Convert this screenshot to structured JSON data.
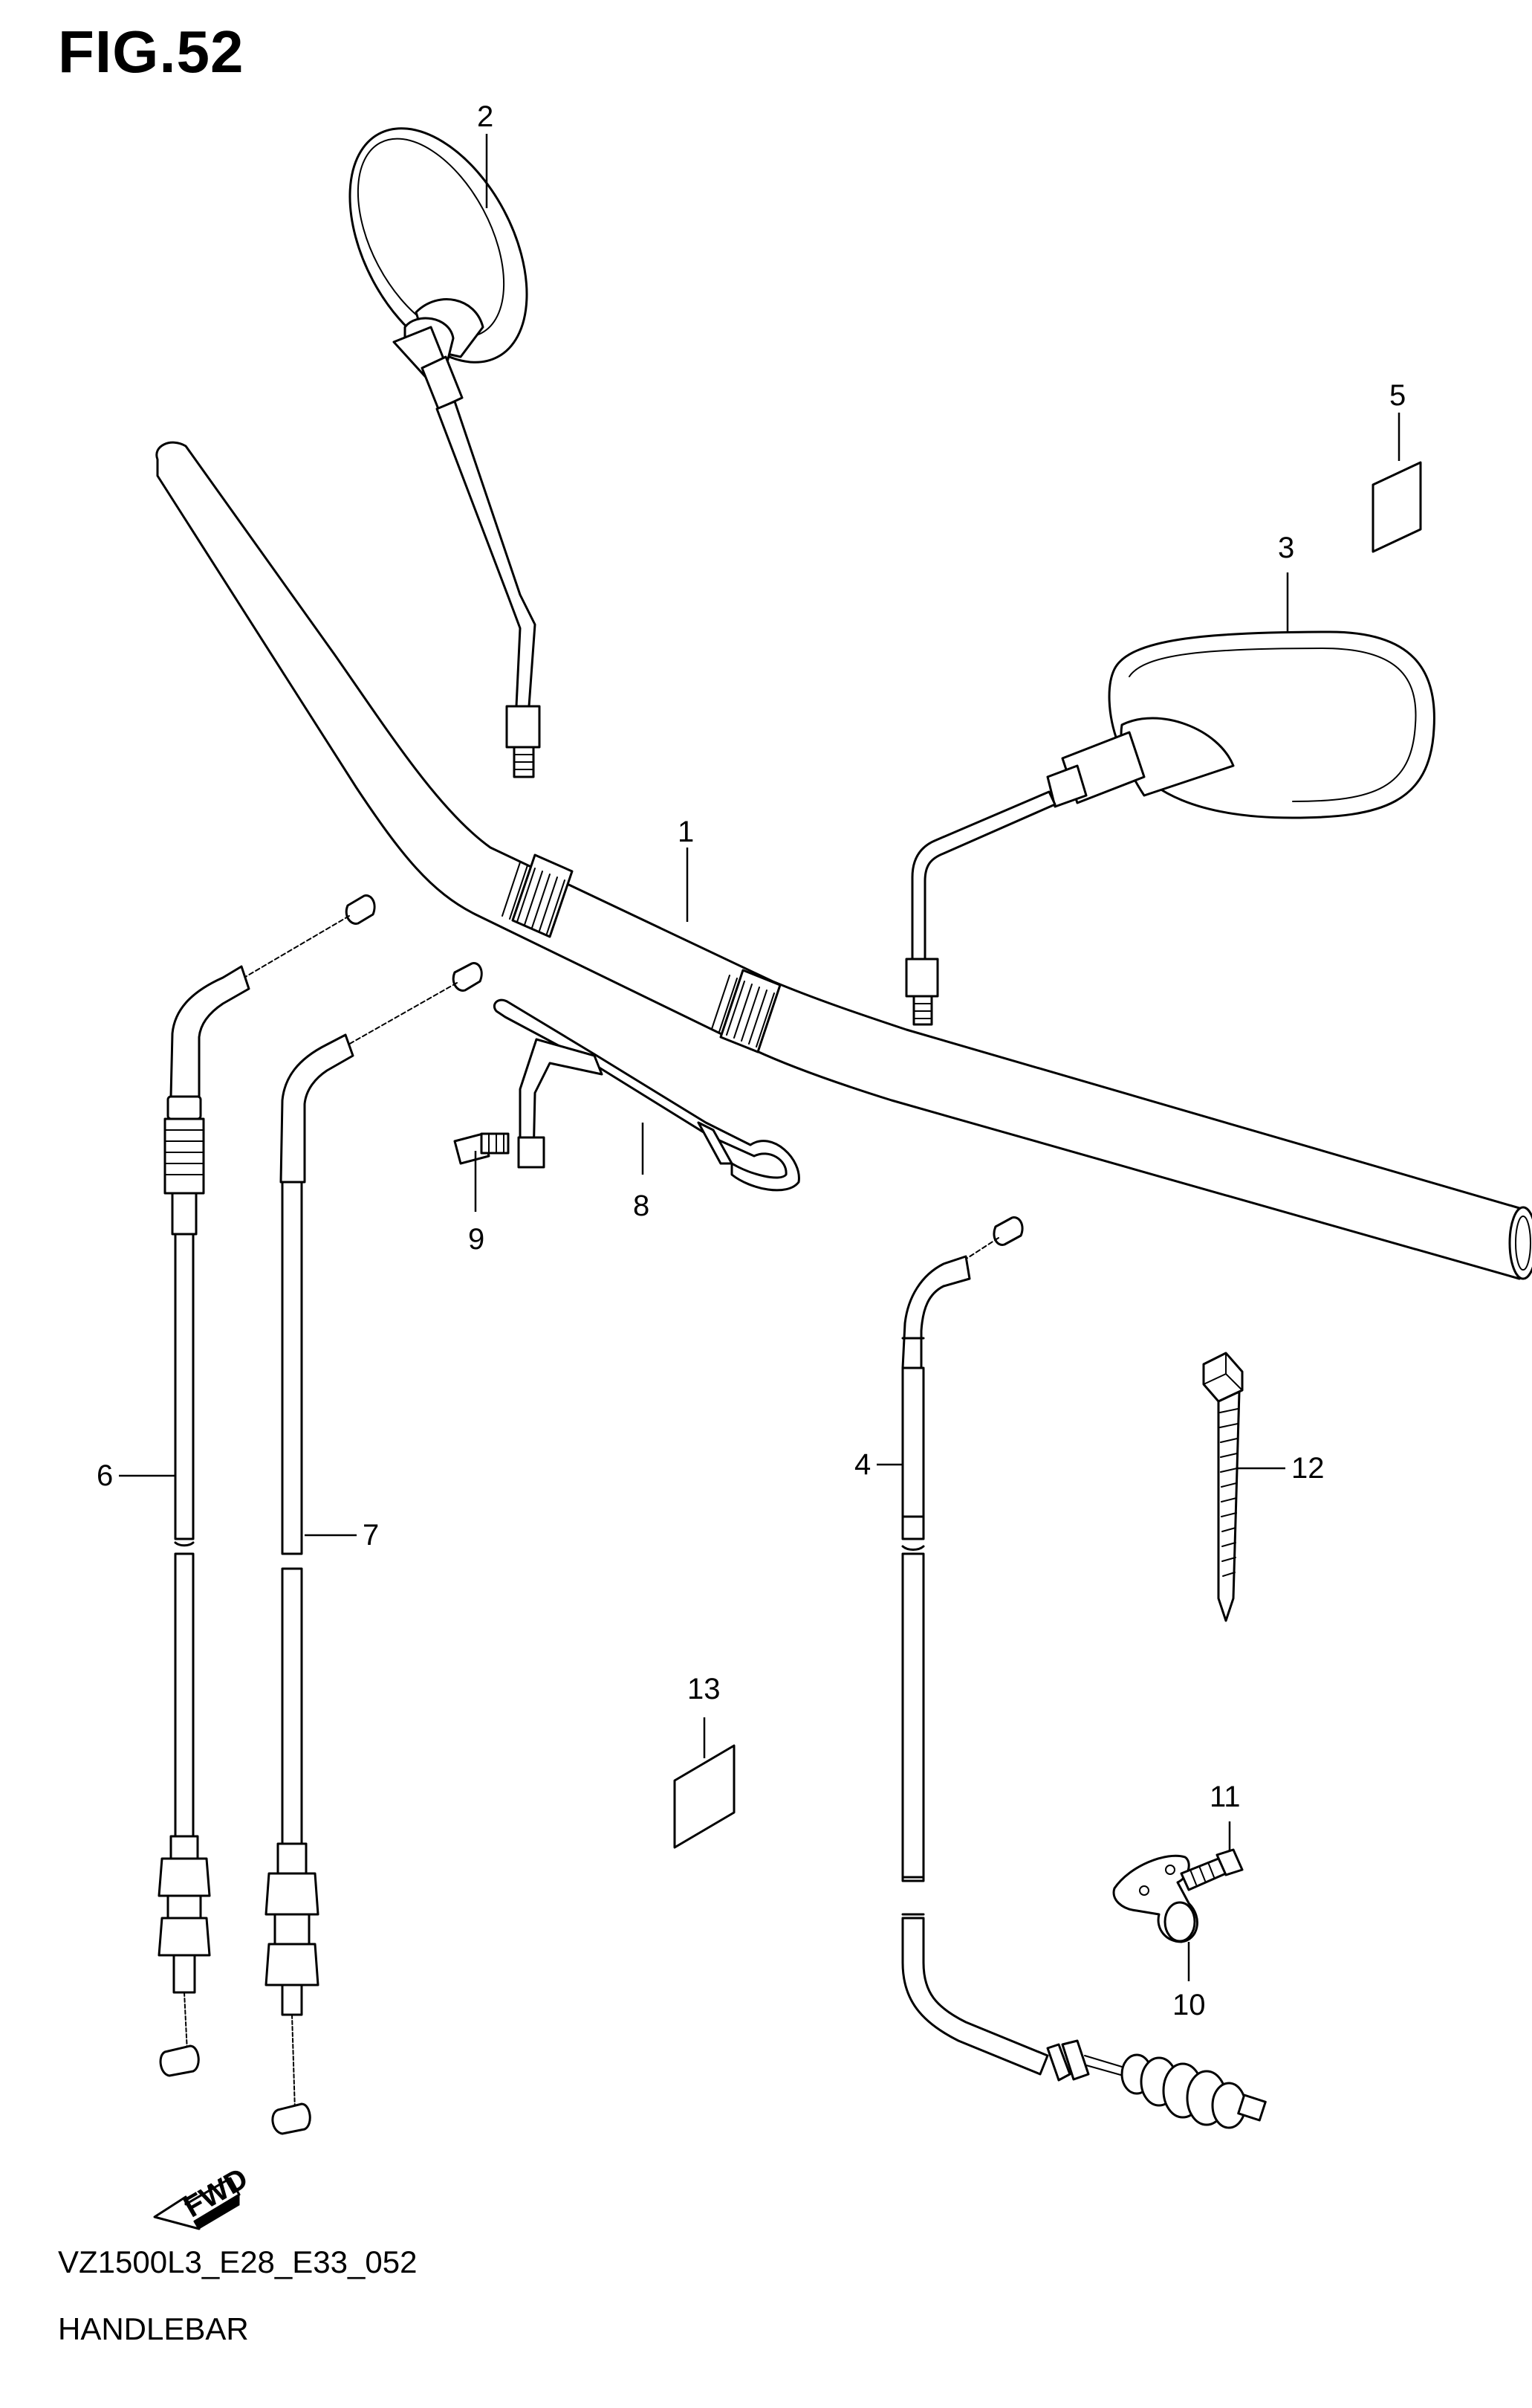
{
  "figure": {
    "title": "FIG.52",
    "diagram_code": "VZ1500L3_E28_E33_052",
    "diagram_name": "HANDLEBAR",
    "direction_marker": "FWD"
  },
  "callouts": [
    {
      "id": "1",
      "label": "1"
    },
    {
      "id": "2",
      "label": "2"
    },
    {
      "id": "3",
      "label": "3"
    },
    {
      "id": "4",
      "label": "4"
    },
    {
      "id": "5",
      "label": "5"
    },
    {
      "id": "6",
      "label": "6"
    },
    {
      "id": "7",
      "label": "7"
    },
    {
      "id": "8",
      "label": "8"
    },
    {
      "id": "9",
      "label": "9"
    },
    {
      "id": "10",
      "label": "10"
    },
    {
      "id": "11",
      "label": "11"
    },
    {
      "id": "12",
      "label": "12"
    },
    {
      "id": "13",
      "label": "13"
    }
  ]
}
